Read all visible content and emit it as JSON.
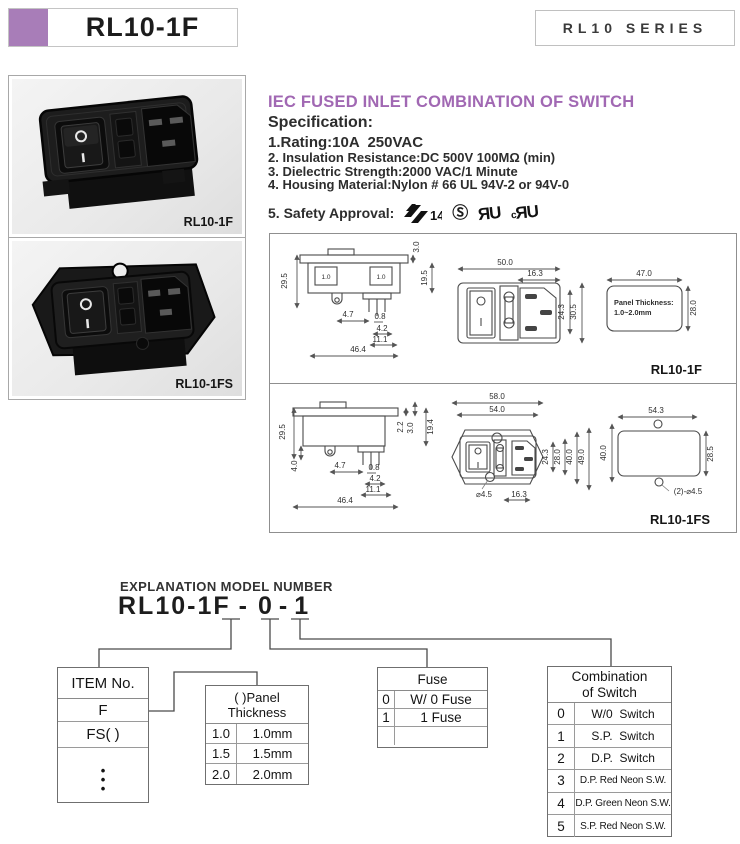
{
  "accent_color": "#A87DB8",
  "heading_color": "#A168B3",
  "header": {
    "title": "RL10-1F",
    "series": "RL10 SERIES"
  },
  "photos": {
    "first_label": "RL10-1F",
    "second_label": "RL10-1FS"
  },
  "content": {
    "heading": "IEC FUSED INLET COMBINATION OF SWITCH",
    "spec_title": "Specification:",
    "spec1_label": "1.Rating:",
    "spec1_value": "10A  250VAC",
    "spec2_label": "2. Insulation Resistance:",
    "spec2_value": "DC 500V 100MΩ (min)",
    "spec3_label": "3. Dielectric Strength:",
    "spec3_value": "2000 VAC/1 Minute",
    "spec4_label": "4. Housing Material:",
    "spec4_value": "Nylon # 66 UL 94V-2 or 94V-0",
    "spec5_label": "5. Safety Approval:",
    "marks": {
      "ek_number": "14",
      "s_mark": "Ⓢ",
      "ur_mark": "ЯU",
      "c_prefix": "c",
      "cur_mark": "ЯU"
    }
  },
  "drawings": {
    "f": {
      "label": "RL10-1F",
      "side": {
        "h": "29.5",
        "flange": "3.0",
        "depth": "19.5",
        "tab1": "1.0",
        "tab2": "1.0",
        "d47": "4.7",
        "d08": "0.8",
        "d42": "4.2",
        "d111": "11.1",
        "w": "46.4"
      },
      "front": {
        "w": "50.0",
        "inlet_w": "16.3",
        "inlet_h": "24.3",
        "h": "30.5"
      },
      "cutout": {
        "w": "47.0",
        "h": "28.0",
        "note1": "Panel Thickness:",
        "note2": "1.0~2.0mm"
      }
    },
    "fs": {
      "label": "RL10-1FS",
      "side": {
        "h": "29.5",
        "d40": "4.0",
        "d22": "2.2",
        "d30": "3.0",
        "depth": "19.4",
        "d47": "4.7",
        "d08": "0.8",
        "d42": "4.2",
        "d111": "11.1",
        "w": "46.4"
      },
      "front": {
        "w1": "58.0",
        "w2": "54.0",
        "ih": "24.3",
        "h28": "28.0",
        "h40": "40.0",
        "h49": "49.0",
        "hole": "⌀4.5",
        "iw": "16.3"
      },
      "cutout": {
        "w": "54.3",
        "hl": "40.0",
        "hr": "28.5",
        "holes": "(2)-⌀4.5"
      }
    }
  },
  "model": {
    "section_title": "EXPLANATION MODEL NUMBER",
    "prefix": "RL10-1F",
    "sep1": "-",
    "fuse_digit": "0",
    "sep2": "-",
    "switch_digit": "1"
  },
  "tables": {
    "item": {
      "header": "ITEM No.",
      "row1": "F",
      "row2": "FS( )",
      "dot": "•"
    },
    "panel": {
      "header1": "( )Panel",
      "header2": "Thickness",
      "rows": [
        [
          "1.0",
          "1.0mm"
        ],
        [
          "1.5",
          "1.5mm"
        ],
        [
          "2.0",
          "2.0mm"
        ]
      ]
    },
    "fuse": {
      "header": "Fuse",
      "rows": [
        [
          "0",
          "W/ 0 Fuse"
        ],
        [
          "1",
          "1 Fuse"
        ],
        [
          "",
          ""
        ]
      ]
    },
    "switch": {
      "header1": "Combination",
      "header2": "of Switch",
      "rows": [
        [
          "0",
          "W/0  Switch"
        ],
        [
          "1",
          "S.P.  Switch"
        ],
        [
          "2",
          "D.P.  Switch"
        ],
        [
          "3",
          "D.P. Red Neon S.W."
        ],
        [
          "4",
          "D.P. Green Neon S.W."
        ],
        [
          "5",
          "S.P. Red Neon S.W."
        ]
      ]
    }
  }
}
